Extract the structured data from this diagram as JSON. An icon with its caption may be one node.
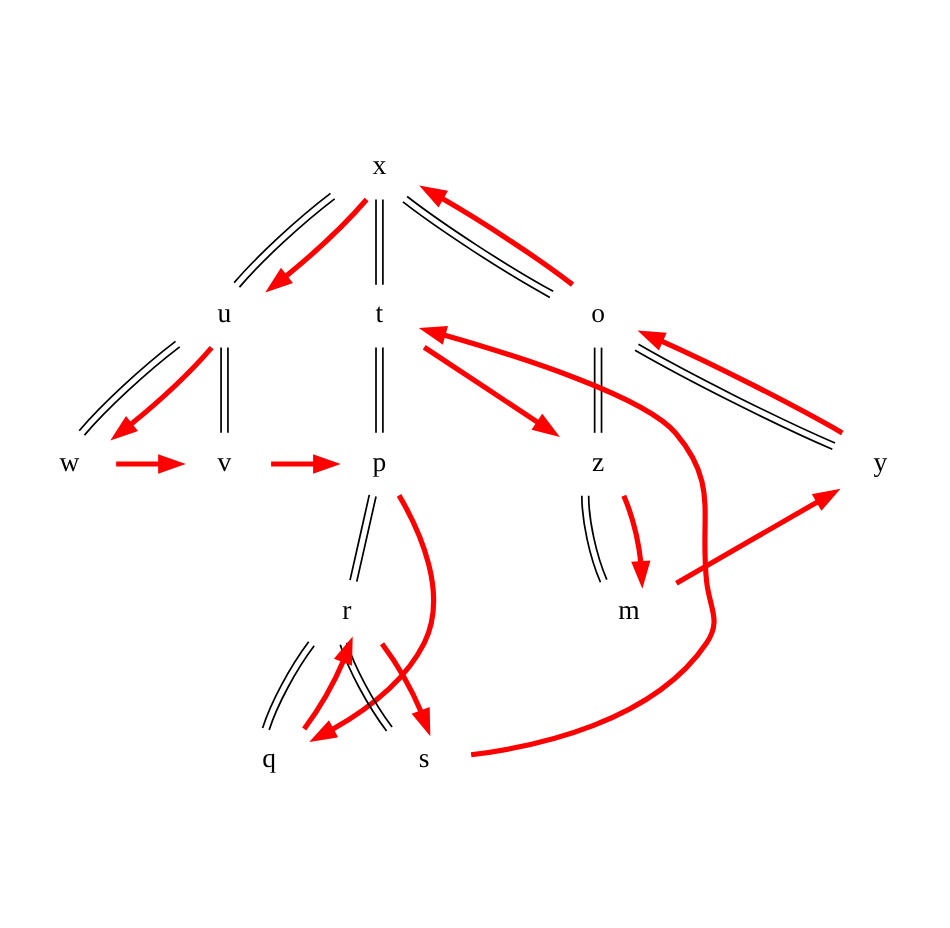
{
  "diagram": {
    "nodes": [
      {
        "text": [
          "x"
        ]
      },
      {
        "text": [
          "u"
        ]
      },
      {
        "text": [
          "t"
        ]
      },
      {
        "text": [
          "o"
        ]
      },
      {
        "text": [
          "w"
        ]
      },
      {
        "text": [
          "v"
        ]
      },
      {
        "text": [
          "p"
        ]
      },
      {
        "text": [
          "z"
        ]
      },
      {
        "text": [
          "y"
        ]
      },
      {
        "text": [
          "r"
        ]
      },
      {
        "text": [
          "m"
        ]
      },
      {
        "text": [
          "q"
        ]
      },
      {
        "text": [
          "s"
        ]
      }
    ],
    "edges": [
      {
        "from": 0,
        "to": 1,
        "arrow": "none",
        "color": "#000000"
      },
      {
        "from": 0,
        "to": 2,
        "arrow": "none",
        "color": "#000000"
      },
      {
        "from": 0,
        "to": 3,
        "arrow": "none",
        "color": "#000000"
      },
      {
        "from": 1,
        "to": 4,
        "arrow": "none",
        "color": "#000000"
      },
      {
        "from": 1,
        "to": 5,
        "arrow": "none",
        "color": "#000000"
      },
      {
        "from": 2,
        "to": 6,
        "arrow": "none",
        "color": "#000000"
      },
      {
        "from": 3,
        "to": 7,
        "arrow": "none",
        "color": "#000000"
      },
      {
        "from": 3,
        "to": 8,
        "arrow": "none",
        "color": "#000000"
      },
      {
        "from": 6,
        "to": 9,
        "arrow": "none",
        "color": "#000000"
      },
      {
        "from": 7,
        "to": 10,
        "arrow": "none",
        "color": "#000000"
      },
      {
        "from": 9,
        "to": 11,
        "arrow": "none",
        "color": "#000000"
      },
      {
        "from": 9,
        "to": 12,
        "arrow": "none",
        "color": "#000000"
      },
      {
        "from": 0,
        "to": 1,
        "arrow": "to",
        "color": "#ff0000"
      },
      {
        "from": 1,
        "to": 4,
        "arrow": "to",
        "color": "#ff0000"
      },
      {
        "from": 4,
        "to": 5,
        "arrow": "to",
        "color": "#ff0000"
      },
      {
        "from": 5,
        "to": 6,
        "arrow": "to",
        "color": "#ff0000"
      },
      {
        "from": 6,
        "to": 11,
        "arrow": "to",
        "color": "#ff0000"
      },
      {
        "from": 11,
        "to": 9,
        "arrow": "to",
        "color": "#ff0000"
      },
      {
        "from": 9,
        "to": 12,
        "arrow": "to",
        "color": "#ff0000"
      },
      {
        "from": 12,
        "to": 2,
        "arrow": "to",
        "color": "#ff0000"
      },
      {
        "from": 2,
        "to": 7,
        "arrow": "to",
        "color": "#ff0000"
      },
      {
        "from": 7,
        "to": 10,
        "arrow": "to",
        "color": "#ff0000"
      },
      {
        "from": 10,
        "to": 8,
        "arrow": "to",
        "color": "#ff0000"
      },
      {
        "from": 8,
        "to": 3,
        "arrow": "to",
        "color": "#ff0000"
      },
      {
        "from": 3,
        "to": 0,
        "arrow": "to",
        "color": "#ff0000"
      }
    ]
  }
}
